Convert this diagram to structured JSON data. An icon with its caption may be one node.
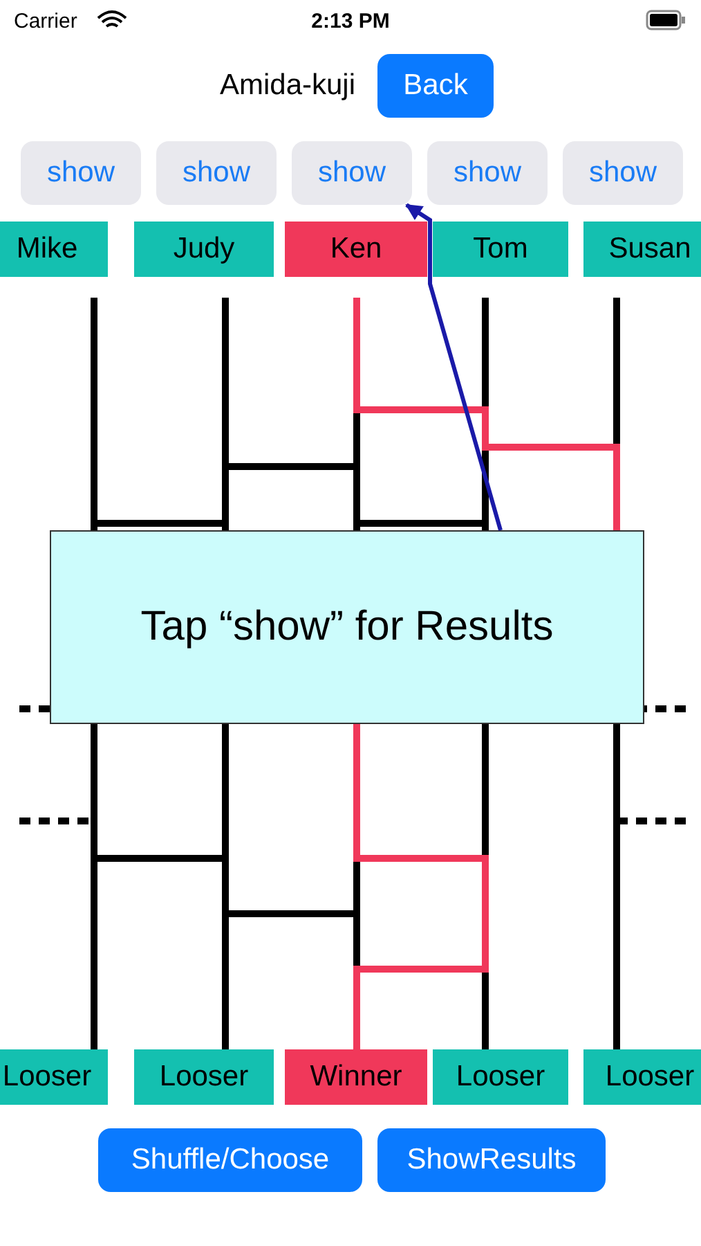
{
  "diagram": {
    "nodes": [
      {
        "text": [
          "Back"
        ]
      },
      {
        "text": [
          "show"
        ]
      },
      {
        "text": [
          "show"
        ]
      },
      {
        "text": [
          "show"
        ]
      },
      {
        "text": [
          "show"
        ]
      },
      {
        "text": [
          "show"
        ]
      },
      {
        "text": [
          "Mike"
        ]
      },
      {
        "text": [
          "Judy"
        ]
      },
      {
        "text": [
          "Ken"
        ]
      },
      {
        "text": [
          "Tom"
        ]
      },
      {
        "text": [
          "Susan"
        ]
      },
      {
        "text": [
          "Tap “show” for Results"
        ]
      },
      {
        "text": [
          "Looser"
        ]
      },
      {
        "text": [
          "Looser"
        ]
      },
      {
        "text": [
          "Winner"
        ]
      },
      {
        "text": [
          "Looser"
        ]
      },
      {
        "text": [
          "Looser"
        ]
      },
      {
        "text": [
          "Shuffle/Choose"
        ]
      },
      {
        "text": [
          "ShowResults"
        ]
      }
    ],
    "edges": [
      {
        "from": 11,
        "to": 3,
        "arrow": "to",
        "color": "#1a1aa8"
      }
    ],
    "labels": [
      "Carrier",
      "2:13 PM",
      "Amida-kuji"
    ]
  }
}
